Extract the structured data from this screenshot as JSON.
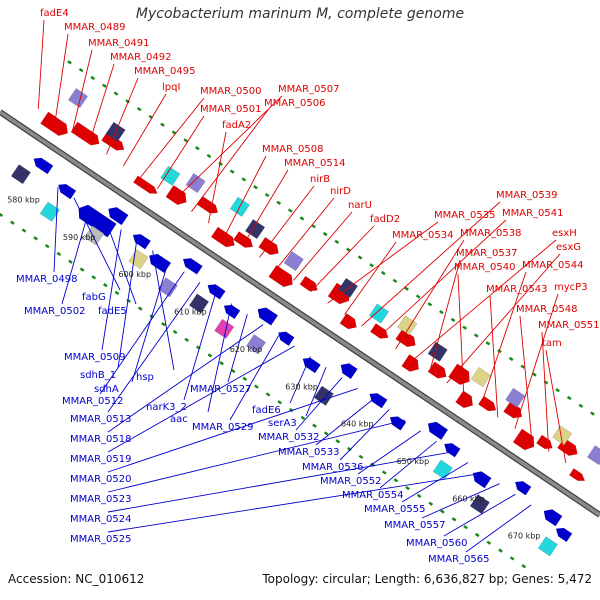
{
  "header": {
    "title": "Mycobacterium marinum M, complete genome"
  },
  "footer": {
    "accession": "Accession: NC_010612",
    "topology": "Topology: circular; Length: 6,636,827 bp; Genes: 5,472"
  },
  "colors": {
    "forward": "#dd0000",
    "reverse": "#0000cc",
    "backbone": "#8a8a8a",
    "ring_dot": "#1a8a1a",
    "cyan_box": "#22d8dd",
    "purple_box": "#8a7fd0",
    "navy_box": "#33336a",
    "khaki_box": "#dcd38a"
  },
  "scale": [
    "580 kbp",
    "590 kbp",
    "600 kbp",
    "610 kbp",
    "620 kbp",
    "630 kbp",
    "640 kbp",
    "650 kbp",
    "660 kbp",
    "670 kbp"
  ],
  "forward_labels": [
    "fadE4",
    "MMAR_0489",
    "MMAR_0491",
    "MMAR_0492",
    "MMAR_0495",
    "lpqI",
    "MMAR_0500",
    "MMAR_0501",
    "MMAR_0507",
    "MMAR_0506",
    "fadA2",
    "MMAR_0508",
    "MMAR_0514",
    "nirB",
    "nirD",
    "narU",
    "fadD2",
    "MMAR_0535",
    "MMAR_0534",
    "MMAR_0539",
    "MMAR_0541",
    "MMAR_0538",
    "esxH",
    "MMAR_0537",
    "esxG",
    "MMAR_0540",
    "MMAR_0544",
    "MMAR_0543",
    "mycP3",
    "MMAR_0548",
    "MMAR_0551",
    "tam"
  ],
  "reverse_labels": [
    "MMAR_0498",
    "fabG",
    "MMAR_0502",
    "fadE5",
    "MMAR_0509",
    "sdhB_1",
    "hsp",
    "sdhA",
    "MMAR_0512",
    "MMAR_0513",
    "narK3_2",
    "aac",
    "MMAR_0527",
    "MMAR_0518",
    "MMAR_0529",
    "MMAR_0519",
    "fadE6",
    "serA3",
    "MMAR_0532",
    "MMAR_0520",
    "MMAR_0533",
    "MMAR_0536",
    "MMAR_0523",
    "MMAR_0552",
    "MMAR_0554",
    "MMAR_0524",
    "MMAR_0555",
    "MMAR_0525",
    "MMAR_0557",
    "MMAR_0560",
    "MMAR_0565"
  ]
}
